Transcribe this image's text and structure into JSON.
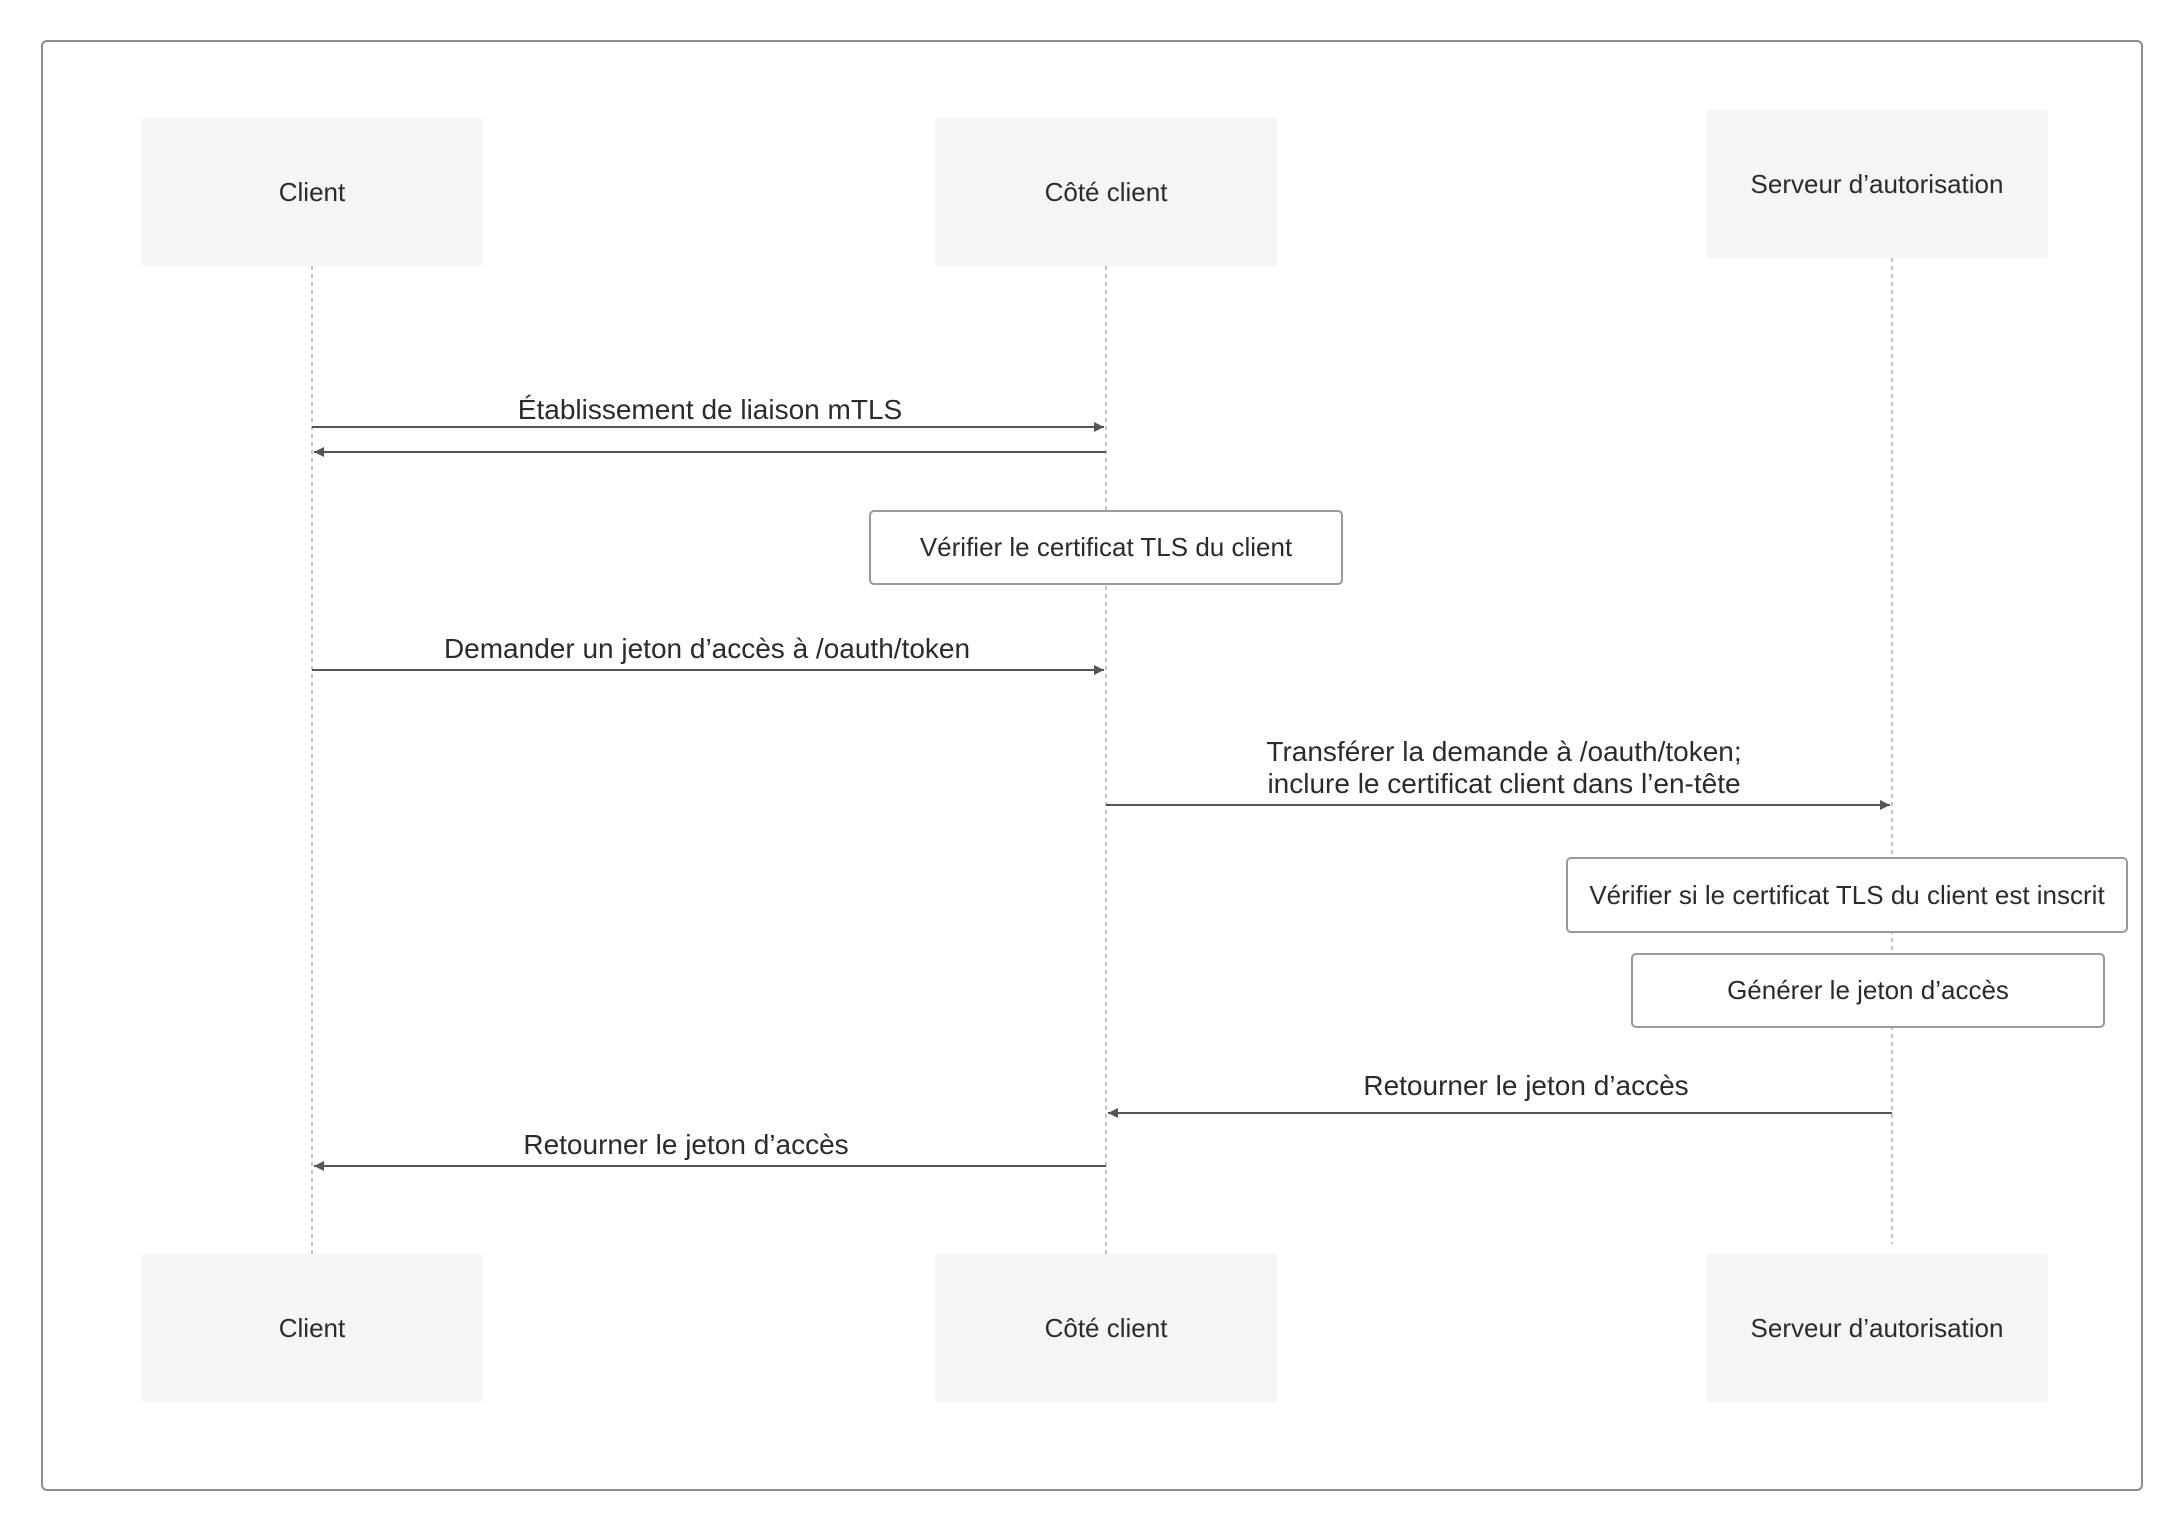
{
  "participants": [
    {
      "id": "client",
      "label": "Client"
    },
    {
      "id": "client_side",
      "label": "Côté client"
    },
    {
      "id": "auth_server",
      "label": "Serveur d’autorisation"
    }
  ],
  "messages": [
    {
      "from": "client",
      "to": "client_side",
      "label": "Établissement de liaison mTLS"
    },
    {
      "from": "client_side",
      "to": "client",
      "label": ""
    },
    {
      "from": "client",
      "to": "client_side",
      "label": "Demander un jeton d’accès à /oauth/token"
    },
    {
      "from": "client_side",
      "to": "auth_server",
      "label": "Transférer la demande à /oauth/token;\ninclure le certificat client dans l’en-tête"
    },
    {
      "from": "auth_server",
      "to": "client_side",
      "label": "Retourner le jeton d’accès"
    },
    {
      "from": "client_side",
      "to": "client",
      "label": "Retourner le jeton d’accès"
    }
  ],
  "notes": [
    {
      "over": "client_side",
      "label": "Vérifier le certificat TLS du client"
    },
    {
      "over": "auth_server",
      "label": "Vérifier si le certificat TLS du client est inscrit"
    },
    {
      "over": "auth_server",
      "label": "Générer le jeton d’accès"
    }
  ],
  "colors": {
    "actor_fill": "#f5f5f5",
    "line": "#555555",
    "lifeline": "#b0b0b0",
    "note_border": "#9a9a9a"
  }
}
